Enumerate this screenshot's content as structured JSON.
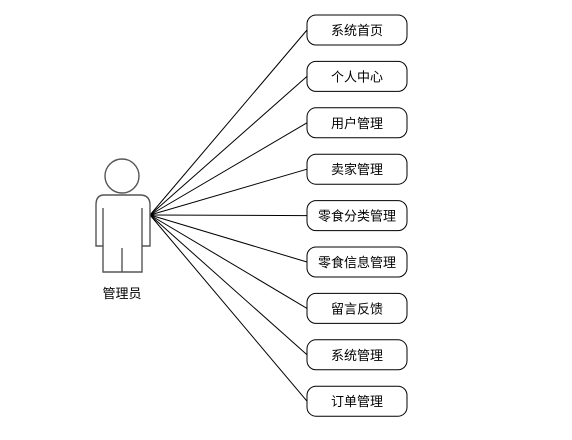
{
  "actor": {
    "label": "管理员",
    "icon": "stick-figure-actor-icon"
  },
  "use_cases": [
    {
      "label": "系统首页"
    },
    {
      "label": "个人中心"
    },
    {
      "label": "用户管理"
    },
    {
      "label": "卖家管理"
    },
    {
      "label": "零食分类管理"
    },
    {
      "label": "零食信息管理"
    },
    {
      "label": "留言反馈"
    },
    {
      "label": "系统管理"
    },
    {
      "label": "订单管理"
    }
  ],
  "colors": {
    "line": "#000000",
    "actor_stroke": "#555555",
    "box_fill": "#ffffff"
  }
}
